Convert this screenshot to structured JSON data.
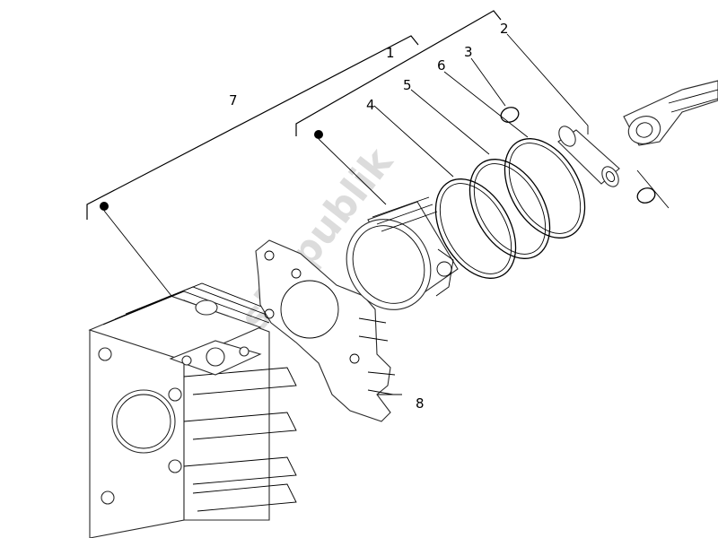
{
  "watermark": "PartsRepublik",
  "callouts": [
    {
      "id": "c1",
      "label": "1"
    },
    {
      "id": "c2",
      "label": "2"
    },
    {
      "id": "c3",
      "label": "3"
    },
    {
      "id": "c4",
      "label": "4"
    },
    {
      "id": "c5",
      "label": "5"
    },
    {
      "id": "c6",
      "label": "6"
    },
    {
      "id": "c7",
      "label": "7"
    },
    {
      "id": "c8",
      "label": "8"
    }
  ]
}
